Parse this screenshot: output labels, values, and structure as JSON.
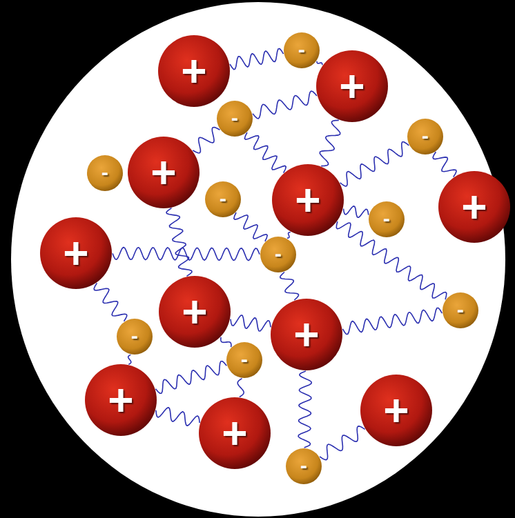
{
  "diagram": {
    "nodes": [
      {
        "text": [
          "-"
        ]
      },
      {
        "text": [
          "+"
        ]
      },
      {
        "text": [
          "+"
        ]
      },
      {
        "text": [
          "-"
        ]
      },
      {
        "text": [
          "-"
        ]
      },
      {
        "text": [
          "-"
        ]
      },
      {
        "text": [
          "+"
        ]
      },
      {
        "text": [
          "-"
        ]
      },
      {
        "text": [
          "+"
        ]
      },
      {
        "text": [
          "+"
        ]
      },
      {
        "text": [
          "-"
        ]
      },
      {
        "text": [
          "+"
        ]
      },
      {
        "text": [
          "-"
        ]
      },
      {
        "text": [
          "-"
        ]
      },
      {
        "text": [
          "+"
        ]
      },
      {
        "text": [
          "+"
        ]
      },
      {
        "text": [
          "-"
        ]
      },
      {
        "text": [
          "-"
        ]
      },
      {
        "text": [
          "+"
        ]
      },
      {
        "text": [
          "+"
        ]
      },
      {
        "text": [
          "+"
        ]
      },
      {
        "text": [
          "-"
        ]
      }
    ],
    "edges": [
      {
        "from": 1,
        "to": 0,
        "arrow": "none"
      },
      {
        "from": 0,
        "to": 2,
        "arrow": "none"
      },
      {
        "from": 6,
        "to": 3,
        "arrow": "none"
      },
      {
        "from": 3,
        "to": 2,
        "arrow": "none"
      },
      {
        "from": 3,
        "to": 8,
        "arrow": "none"
      },
      {
        "from": 2,
        "to": 8,
        "arrow": "none"
      },
      {
        "from": 8,
        "to": 4,
        "arrow": "none"
      },
      {
        "from": 4,
        "to": 9,
        "arrow": "none"
      },
      {
        "from": 8,
        "to": 10,
        "arrow": "none"
      },
      {
        "from": 6,
        "to": 14,
        "arrow": "none"
      },
      {
        "from": 11,
        "to": 12,
        "arrow": "none"
      },
      {
        "from": 7,
        "to": 12,
        "arrow": "none"
      },
      {
        "from": 12,
        "to": 8,
        "arrow": "none"
      },
      {
        "from": 12,
        "to": 15,
        "arrow": "none"
      },
      {
        "from": 15,
        "to": 13,
        "arrow": "none"
      },
      {
        "from": 8,
        "to": 13,
        "arrow": "none"
      },
      {
        "from": 11,
        "to": 16,
        "arrow": "none"
      },
      {
        "from": 16,
        "to": 18,
        "arrow": "none"
      },
      {
        "from": 14,
        "to": 17,
        "arrow": "none"
      },
      {
        "from": 18,
        "to": 17,
        "arrow": "none"
      },
      {
        "from": 17,
        "to": 20,
        "arrow": "none"
      },
      {
        "from": 14,
        "to": 15,
        "arrow": "none"
      },
      {
        "from": 18,
        "to": 20,
        "arrow": "none"
      },
      {
        "from": 15,
        "to": 21,
        "arrow": "none"
      },
      {
        "from": 21,
        "to": 19,
        "arrow": "none"
      }
    ]
  }
}
